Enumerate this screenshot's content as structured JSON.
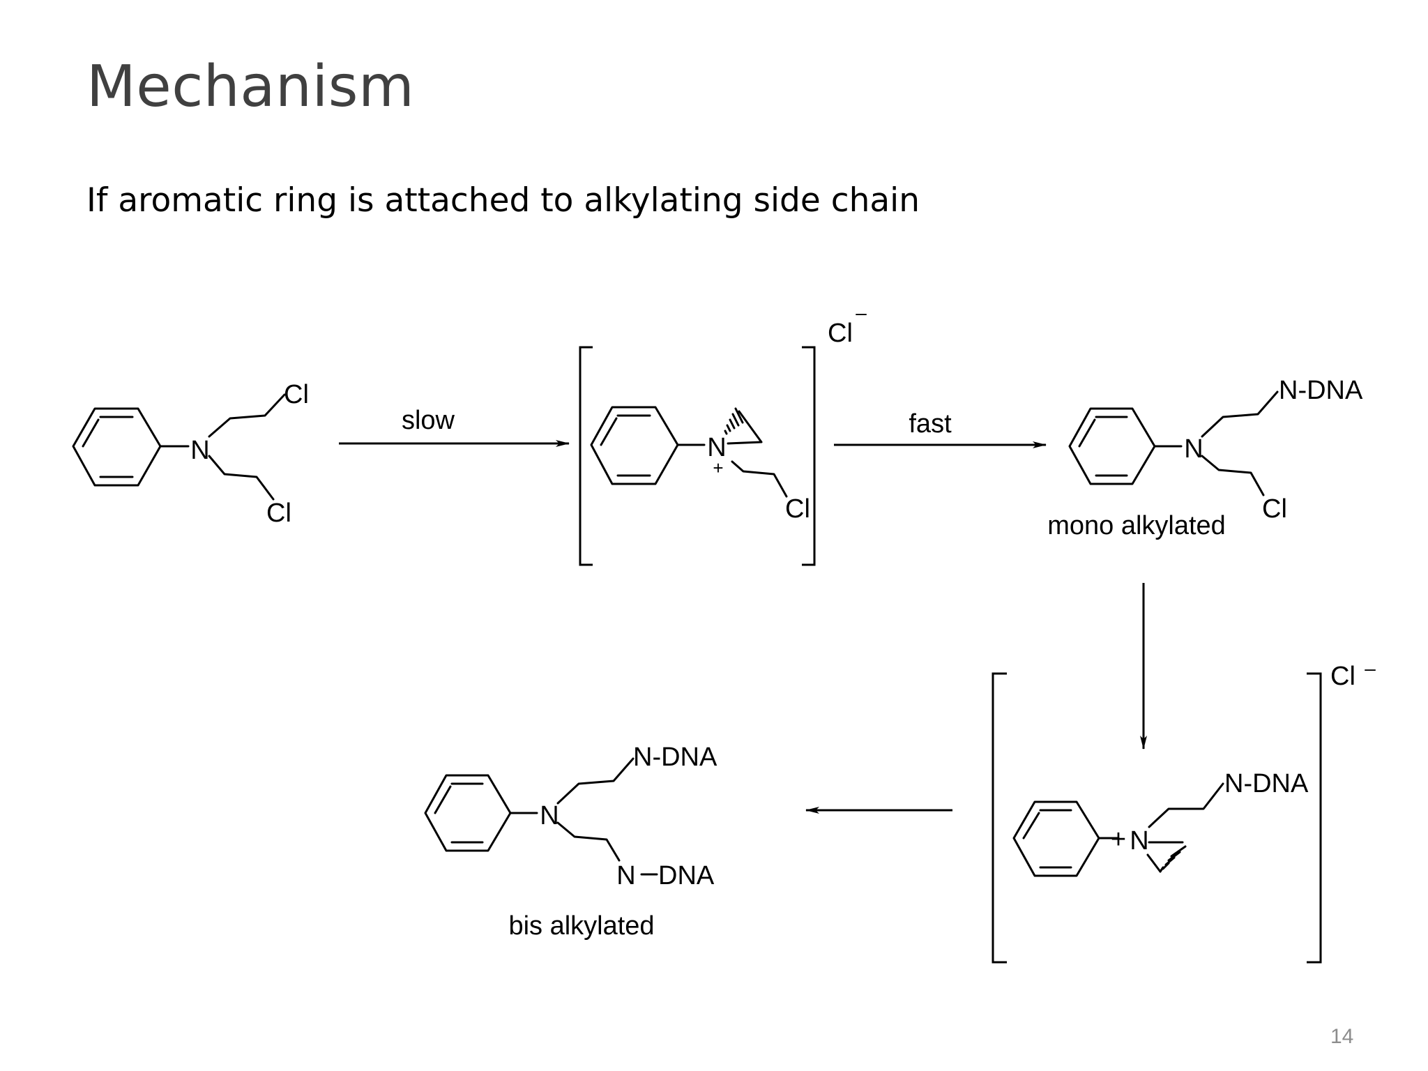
{
  "slide": {
    "title": "Mechanism",
    "subtitle": "If aromatic ring is attached to alkylating side chain",
    "page_number": "14"
  },
  "scheme": {
    "start": {
      "atoms": {
        "n": "N",
        "cl_top": "Cl",
        "cl_bottom": "Cl"
      }
    },
    "arrow_1": {
      "label": "slow"
    },
    "aziridinium_1": {
      "atoms": {
        "n": "N",
        "charge": "+",
        "cl": "Cl"
      },
      "counter_ion": "Cl",
      "counter_charge": "–"
    },
    "arrow_2": {
      "label": "fast"
    },
    "mono": {
      "atoms": {
        "n": "N",
        "ndna": "N-DNA",
        "cl": "Cl"
      },
      "caption": "mono alkylated"
    },
    "aziridinium_2": {
      "atoms": {
        "n": "N",
        "charge": "+",
        "ndna": "N-DNA"
      },
      "counter_ion": "Cl",
      "counter_charge": "–"
    },
    "bis": {
      "atoms": {
        "n": "N",
        "ndna_top": "N-DNA",
        "n_bottom": "N",
        "dna_bottom": "DNA"
      },
      "caption": "bis alkylated"
    }
  }
}
